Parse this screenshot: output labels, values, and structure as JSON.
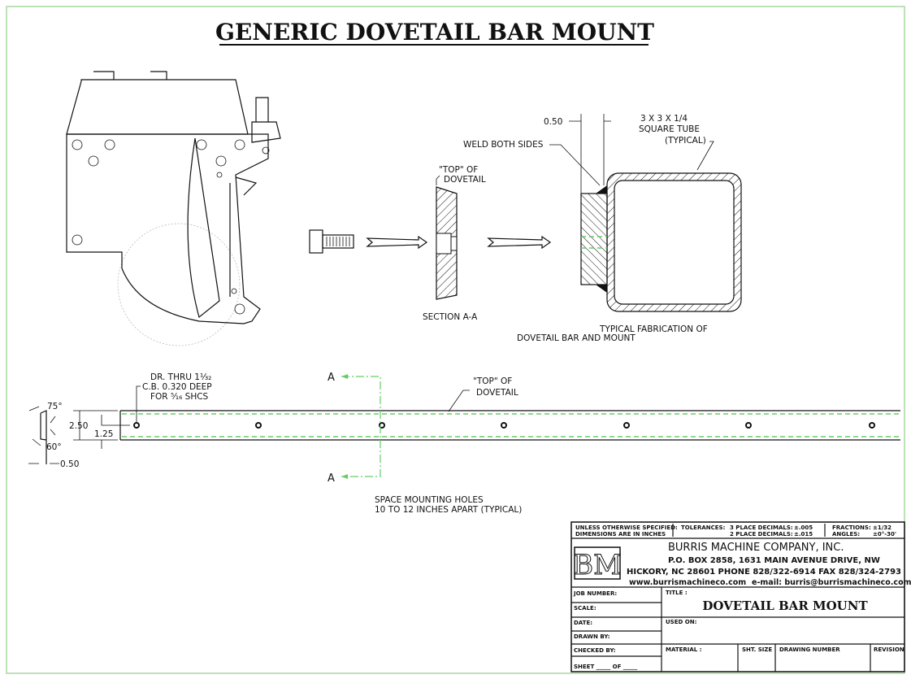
{
  "title": "GENERIC DOVETAIL BAR MOUNT",
  "colors": {
    "border": "#a8d8a0",
    "hidden_line": "#66cc66",
    "ink": "#111111"
  },
  "labels": {
    "dim_050_top": "0.50",
    "square_tube": [
      "3 X 3 X 1/4",
      "SQUARE TUBE",
      "(TYPICAL)"
    ],
    "weld": "WELD BOTH SIDES",
    "top_of_dovetail_section": [
      "\"TOP\" OF",
      "DOVETAIL"
    ],
    "section": "SECTION A-A",
    "fabrication": [
      "TYPICAL FABRICATION OF",
      "DOVETAIL BAR AND MOUNT"
    ],
    "hole_note": [
      "DR. THRU 1¹⁄₃₂",
      "C.B. 0.320 DEEP",
      "FOR ⁵⁄₁₆ SHCS"
    ],
    "top_of_dovetail_bar": [
      "\"TOP\" OF",
      "DOVETAIL"
    ],
    "section_marker": "A",
    "angle_75": "75°",
    "angle_60": "60°",
    "dim_250": "2.50",
    "dim_125": "1.25",
    "dim_050_profile": "0.50",
    "spacing": [
      "SPACE MOUNTING HOLES",
      "10 TO 12 INCHES APART (TYPICAL)"
    ]
  },
  "title_block": {
    "unless": [
      "UNLESS OTHERWISE SPECIFIED:",
      "DIMENSIONS ARE IN INCHES"
    ],
    "tolerances_label": "TOLERANCES:",
    "tol_3": "3 PLACE DECIMALS:",
    "tol_3_val": "±.005",
    "tol_2": "2 PLACE DECIMALS:",
    "tol_2_val": "±.015",
    "fractions": "FRACTIONS:",
    "fractions_val": "±1/32",
    "angles": "ANGLES:",
    "angles_val": "±0°-30'",
    "logo": "BM",
    "company": "BURRIS MACHINE COMPANY, INC.",
    "address1": "P.O. BOX 2858, 1631 MAIN AVENUE DRIVE, NW",
    "address2": "HICKORY, NC 28601   PHONE 828/322-6914   FAX 828/324-2793",
    "web": "www.burrismachineco.com",
    "email": "e-mail: burris@burrismachineco.com",
    "job_number": "JOB NUMBER:",
    "scale": "SCALE:",
    "date": "DATE:",
    "drawn_by": "DRAWN BY:",
    "checked_by": "CHECKED BY:",
    "sheet": "SHEET _____ OF _____",
    "title_label": "TITLE :",
    "title_value": "DOVETAIL BAR MOUNT",
    "used_on": "USED ON:",
    "material": "MATERIAL :",
    "sht_size": "SHT. SIZE",
    "drawing_number": "DRAWING NUMBER",
    "revision": "REVISION"
  }
}
